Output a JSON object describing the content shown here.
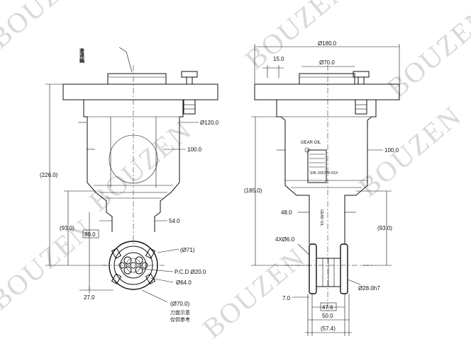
{
  "watermark": "BOUZEN",
  "left_view": {
    "top_label": "鉴递鍋",
    "dims": {
      "d120": "Ø120.0",
      "w100": "100.0",
      "h226": "(226.0)",
      "h93": "(93.0)",
      "box80": "80.0",
      "w54": "54.0",
      "d71": "(Ø71)",
      "pcd": "P.C.D Ø20.0",
      "d64": "Ø64.0",
      "h27": "27.0",
      "d70": "(Ø70.0)"
    },
    "note_line1": "刀盘示意",
    "note_line2": "仅供参考"
  },
  "right_view": {
    "dims": {
      "d180": "Ø180.0",
      "w15": "15.0",
      "d70": "Ø70.0",
      "w100": "100.0",
      "h185": "(185.0)",
      "w48": "48.0",
      "holes": "4XØ6.0",
      "h93": "(93.0)",
      "d28": "Ø28.0h7",
      "w7": "7.0",
      "box47": "47.6",
      "w50": "50.0",
      "w57": "(57.4)"
    },
    "label_gear_oil": "GEAR OIL",
    "label_gear_oil_side": "GEAR OIL",
    "label_sn": "S/N.:202208-XXX"
  }
}
